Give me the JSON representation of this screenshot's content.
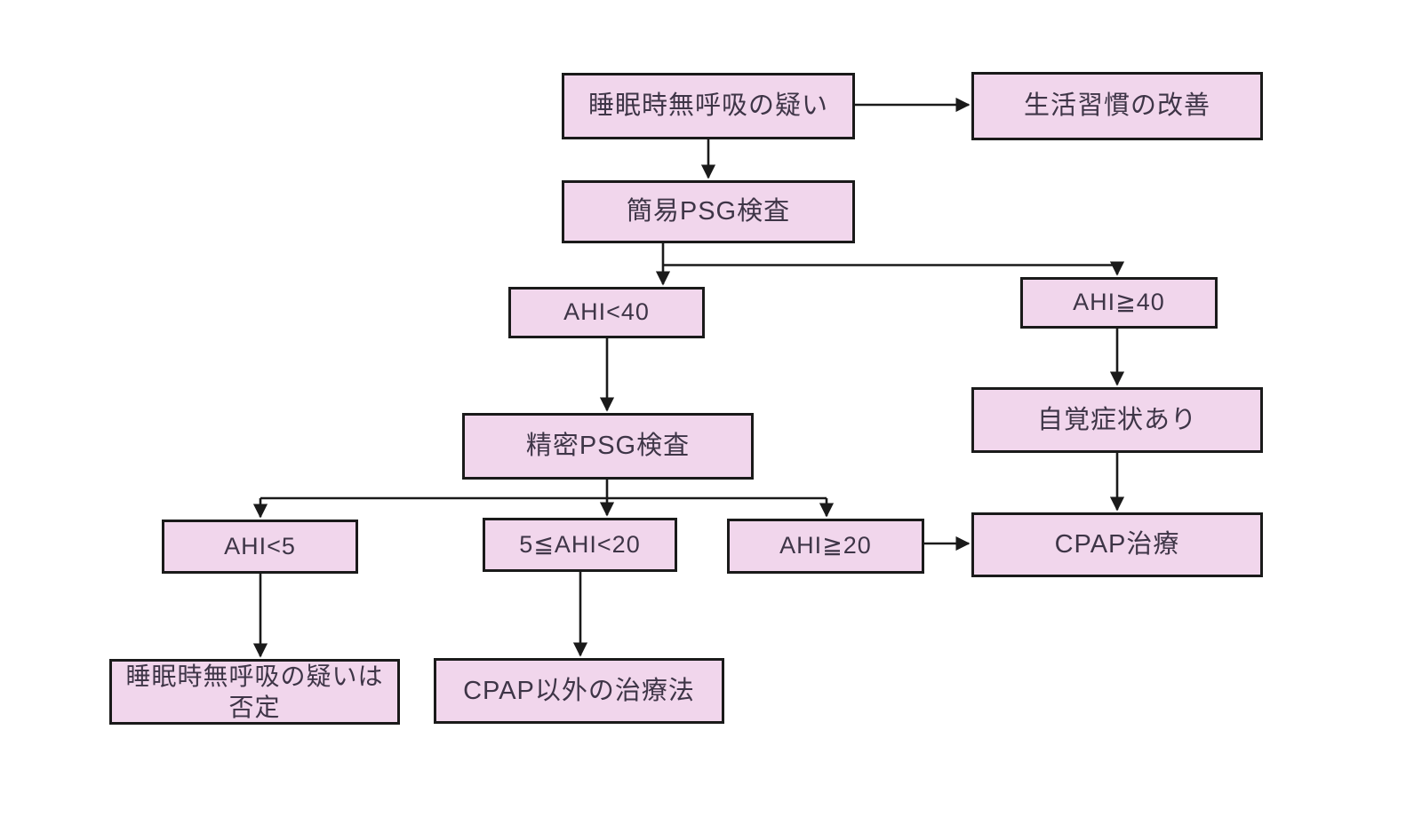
{
  "diagram": {
    "type": "flowchart",
    "language": "ja",
    "topic": "Sleep apnea (AHI) diagnosis and treatment flow",
    "colors": {
      "background": "#FFFFFF",
      "box_fill": "#F1D6EC",
      "box_border": "#1A1A1A",
      "text": "#3E3547",
      "arrow": "#1A1A1A"
    },
    "nodes": {
      "suspicion": {
        "label": "睡眠時無呼吸の疑い"
      },
      "lifestyle": {
        "label": "生活習慣の改善"
      },
      "simple_psg": {
        "label": "簡易PSG検査"
      },
      "ahi_lt40": {
        "label": "AHI<40"
      },
      "ahi_ge40": {
        "label": "AHI≧40"
      },
      "detailed_psg": {
        "label": "精密PSG検査"
      },
      "symptoms": {
        "label": "自覚症状あり"
      },
      "ahi_lt5": {
        "label": "AHI<5"
      },
      "ahi_5to20": {
        "label": "5≦AHI<20"
      },
      "ahi_ge20": {
        "label": "AHI≧20"
      },
      "cpap": {
        "label": "CPAP治療"
      },
      "denied": {
        "label": "睡眠時無呼吸の疑いは否定",
        "lines": [
          "睡眠時無呼吸の疑いは",
          "否定"
        ]
      },
      "non_cpap": {
        "label": "CPAP以外の治療法"
      }
    },
    "edges": [
      {
        "from": "suspicion",
        "to": "lifestyle"
      },
      {
        "from": "suspicion",
        "to": "simple_psg"
      },
      {
        "from": "simple_psg",
        "to": "ahi_lt40"
      },
      {
        "from": "simple_psg",
        "to": "ahi_ge40"
      },
      {
        "from": "ahi_lt40",
        "to": "detailed_psg"
      },
      {
        "from": "ahi_ge40",
        "to": "symptoms"
      },
      {
        "from": "symptoms",
        "to": "cpap"
      },
      {
        "from": "detailed_psg",
        "to": "ahi_lt5"
      },
      {
        "from": "detailed_psg",
        "to": "ahi_5to20"
      },
      {
        "from": "detailed_psg",
        "to": "ahi_ge20"
      },
      {
        "from": "ahi_lt5",
        "to": "denied"
      },
      {
        "from": "ahi_5to20",
        "to": "non_cpap"
      },
      {
        "from": "ahi_ge20",
        "to": "cpap"
      }
    ]
  }
}
